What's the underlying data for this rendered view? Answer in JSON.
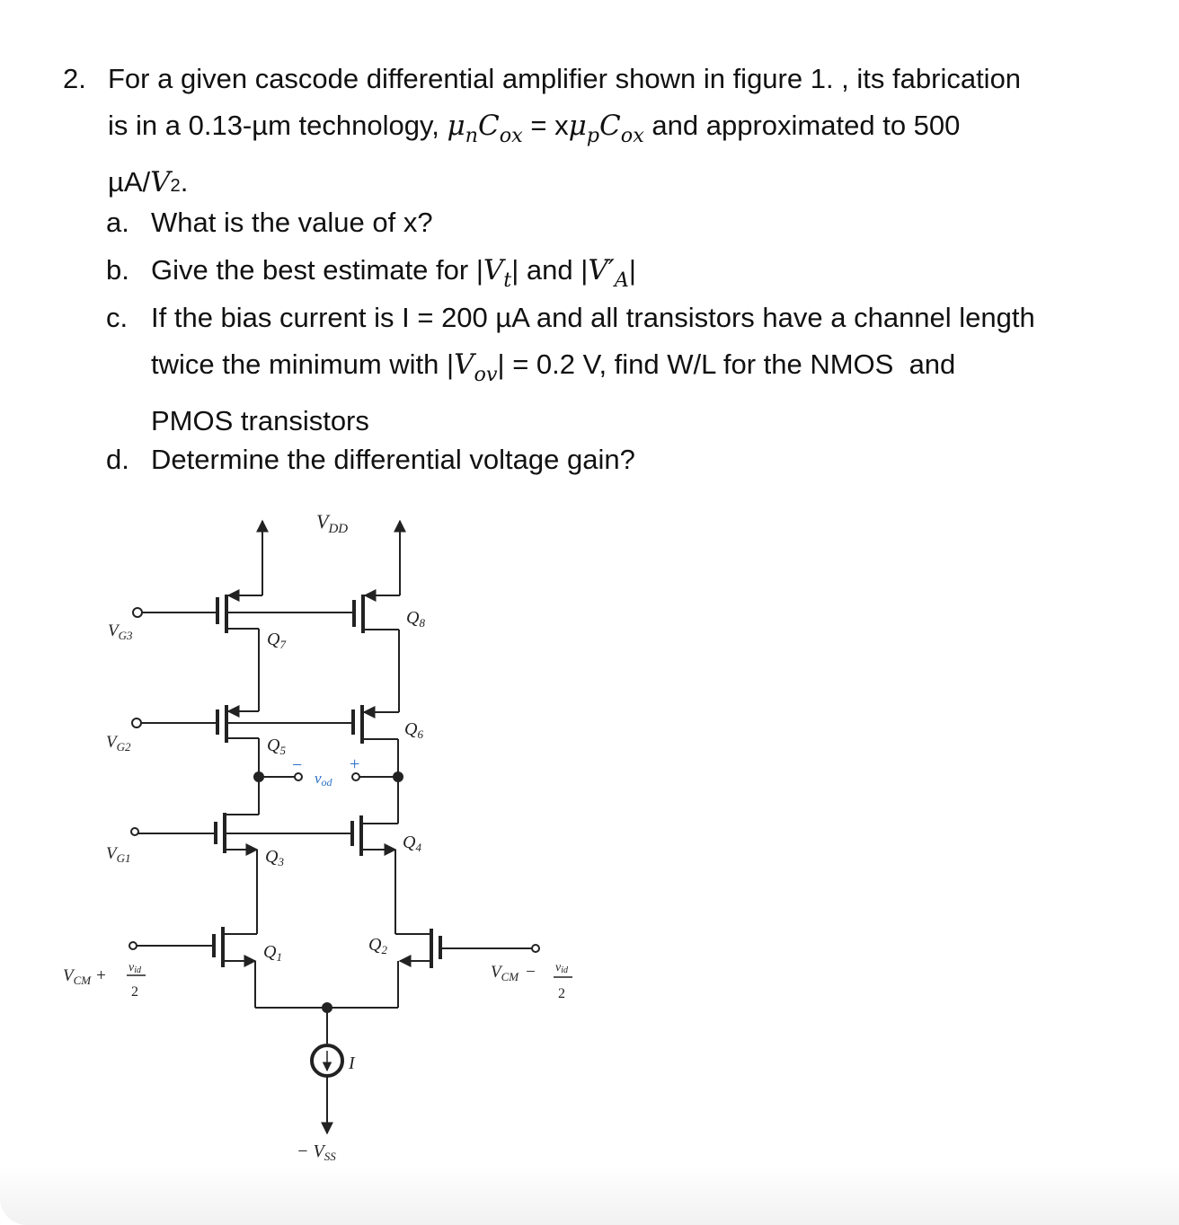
{
  "question": {
    "number": "2.",
    "line1": "For a given cascode differential amplifier shown in figure 1. , its fabrication",
    "line2_pre": "is in a 0.13-µm technology,",
    "line2_math_lhs_mu": "μ",
    "line2_math_lhs_mu_sub": "n",
    "line2_math_lhs_C": "C",
    "line2_math_lhs_C_sub": "ox",
    "line2_eq": " = x",
    "line2_math_rhs_mu": "μ",
    "line2_math_rhs_mu_sub": "p",
    "line2_math_rhs_C": "C",
    "line2_math_rhs_C_sub": "ox",
    "line2_post": "and approximated to 500",
    "line3_unit": "µA/",
    "line3_V": "V",
    "line3_exp": "2",
    "line3_end": "."
  },
  "parts": [
    {
      "letter": "a.",
      "text": "What is the value of x?"
    },
    {
      "letter": "b.",
      "text_pre": "Give the best estimate for |",
      "vt": "V",
      "vt_sub": "t",
      "mid": "| and |",
      "va": "V′",
      "va_sub": "A",
      "end": "|"
    },
    {
      "letter": "c.",
      "line1": "If the bias current is I = 200 µA and all transistors have a channel length",
      "line2_pre": "twice the minimum with |",
      "vov": "V",
      "vov_sub": "ov",
      "line2_post": "| = 0.2 V, find W/L for the NMOS  and",
      "line3": "PMOS transistors"
    },
    {
      "letter": "d.",
      "text": "Determine the differential voltage gain?"
    }
  ],
  "figure": {
    "vdd": "V",
    "vdd_sub": "DD",
    "vss": "− V",
    "vss_sub": "SS",
    "vg3": "V",
    "vg3_sub": "G3",
    "vg2": "V",
    "vg2_sub": "G2",
    "vg1": "V",
    "vg1_sub": "G1",
    "q1": "Q",
    "q1_sub": "1",
    "q2": "Q",
    "q2_sub": "2",
    "q3": "Q",
    "q3_sub": "3",
    "q4": "Q",
    "q4_sub": "4",
    "q5": "Q",
    "q5_sub": "5",
    "q6": "Q",
    "q6_sub": "6",
    "q7": "Q",
    "q7_sub": "7",
    "q8": "Q",
    "q8_sub": "8",
    "vod": "v",
    "vod_sub": "od",
    "vod_minus": "−",
    "vod_plus": "+",
    "input_left": "V",
    "input_left_sub": "CM",
    "input_left_op": "+",
    "input_right": "V",
    "input_right_sub": "CM",
    "input_right_op": "−",
    "vid": "v",
    "vid_sub": "id",
    "two": "2",
    "current": "I",
    "accent_color": "#2a6fc9"
  }
}
